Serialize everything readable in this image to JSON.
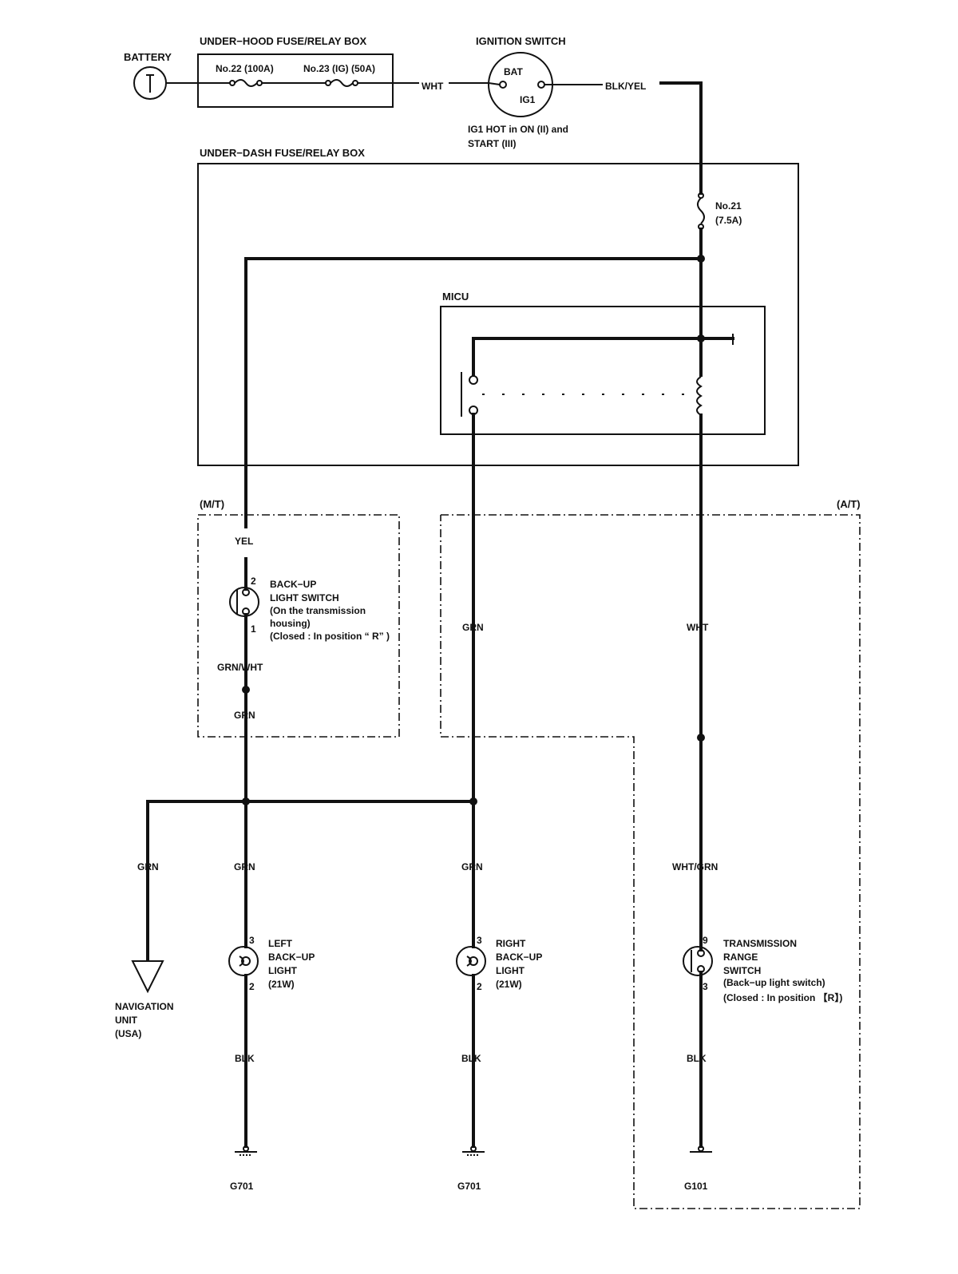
{
  "battery": {
    "label": "BATTERY"
  },
  "underhood": {
    "title": "UNDER−HOOD FUSE/RELAY BOX",
    "fuse22": "No.22 (100A)",
    "fuse23": "No.23 (IG) (50A)"
  },
  "ignition": {
    "title": "IGNITION SWITCH",
    "bat": "BAT",
    "ig1": "IG1",
    "note1": "IG1 HOT in ON (II) and",
    "note2": "START (III)"
  },
  "wires": {
    "wht_top": "WHT",
    "blkyel": "BLK/YEL",
    "yel": "YEL",
    "grnwht": "GRN/WHT",
    "grn_mt": "GRN",
    "grn_mid": "GRN",
    "wht_mid": "WHT",
    "grn_nav": "GRN",
    "grn_left": "GRN",
    "grn_right": "GRN",
    "whtgrn": "WHT/GRN",
    "blk_left": "BLK",
    "blk_right": "BLK",
    "blk_trs": "BLK"
  },
  "underdash": {
    "title": "UNDER−DASH FUSE/RELAY BOX",
    "fuse21_a": "No.21",
    "fuse21_b": "(7.5A)"
  },
  "micu": {
    "title": "MICU"
  },
  "mt": {
    "tag": "(M/T)",
    "pin_top": "2",
    "pin_bot": "1",
    "line1": "BACK−UP",
    "line2": "LIGHT SWITCH",
    "line3": "(On the transmission",
    "line4": "housing)",
    "line5": "(Closed : In position “ R” )"
  },
  "at": {
    "tag": "(A/T)"
  },
  "nav": {
    "line1": "NAVIGATION",
    "line2": "UNIT",
    "line3": "(USA)"
  },
  "left_light": {
    "pin_top": "3",
    "pin_bot": "2",
    "line1": "LEFT",
    "line2": "BACK−UP",
    "line3": "LIGHT",
    "line4": "(21W)"
  },
  "right_light": {
    "pin_top": "3",
    "pin_bot": "2",
    "line1": "RIGHT",
    "line2": "BACK−UP",
    "line3": "LIGHT",
    "line4": "(21W)"
  },
  "trs": {
    "pin_top": "9",
    "pin_bot": "3",
    "line1": "TRANSMISSION",
    "line2": "RANGE",
    "line3": "SWITCH",
    "line4": "(Back−up light switch)",
    "line5": "(Closed : In position 【R】)"
  },
  "grounds": {
    "g_left": "G701",
    "g_right": "G701",
    "g_trs": "G101"
  }
}
